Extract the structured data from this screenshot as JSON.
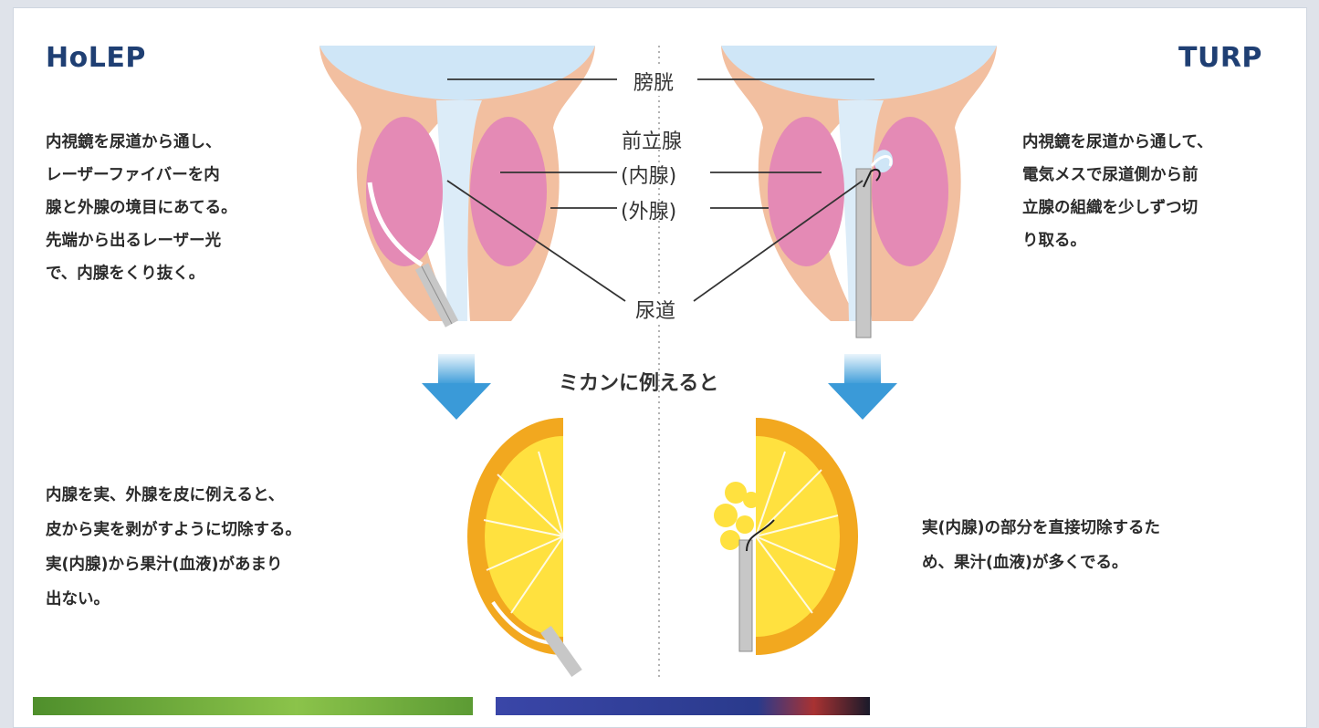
{
  "left": {
    "title": "HoLEP",
    "description_lines": [
      "内視鏡を尿道から通し、",
      "レーザーファイバーを内",
      "腺と外腺の境目にあてる。",
      "先端から出るレーザー光",
      "で、内腺をくり抜く。"
    ],
    "orange_lines": [
      "内腺を実、外腺を皮に例えると、",
      "皮から実を剥がすように切除する。",
      "実(内腺)から果汁(血液)があまり",
      "出ない。"
    ]
  },
  "right": {
    "title": "TURP",
    "description_lines": [
      "内視鏡を尿道から通して、",
      "電気メスで尿道側から前",
      "立腺の組織を少しずつ切",
      "り取る。"
    ],
    "orange_lines": [
      "実(内腺)の部分を直接切除するた",
      "め、果汁(血液)が多くでる。"
    ]
  },
  "labels": {
    "bladder": "膀胱",
    "prostate": "前立腺",
    "inner_gland": "(内腺)",
    "outer_gland": "(外腺)",
    "urethra": "尿道",
    "orange_caption": "ミカンに例えると"
  },
  "colors": {
    "title": "#1f3f73",
    "bladder": "#cfe6f7",
    "tissue": "#f2bfa0",
    "inner_gland": "#e48ab5",
    "orange_peel": "#f2a81f",
    "orange_flesh": "#ffe13f",
    "arrow": "#3a9ad8",
    "photo_left": "#6aa83a",
    "photo_right": "#2a3a8c"
  }
}
